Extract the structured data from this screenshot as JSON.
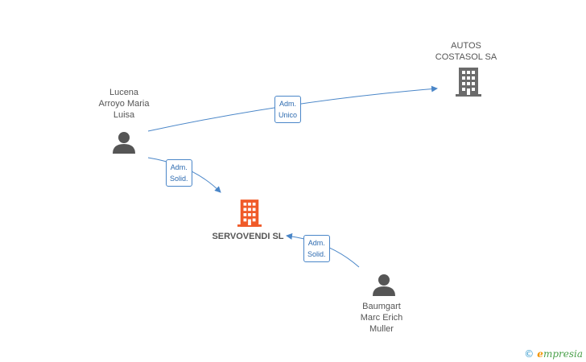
{
  "nodes": {
    "person_lucena": {
      "label_lines": [
        "Lucena",
        "Arroyo Maria",
        "Luisa"
      ],
      "type": "person",
      "color": "#555555"
    },
    "company_autos": {
      "label_lines": [
        "AUTOS",
        "COSTASOL SA"
      ],
      "type": "company",
      "color": "#6b6b6b"
    },
    "company_servovendi": {
      "label": "SERVOVENDI SL",
      "type": "company",
      "color": "#f05a28"
    },
    "person_baumgart": {
      "label_lines": [
        "Baumgart",
        "Marc Erich",
        "Muller"
      ],
      "type": "person",
      "color": "#555555"
    }
  },
  "edges": [
    {
      "from": "person_lucena",
      "to": "company_autos",
      "label_lines": [
        "Adm.",
        "Unico"
      ]
    },
    {
      "from": "person_lucena",
      "to": "company_servovendi",
      "label_lines": [
        "Adm.",
        "Solid."
      ]
    },
    {
      "from": "person_baumgart",
      "to": "company_servovendi",
      "label_lines": [
        "Adm.",
        "Solid."
      ]
    }
  ],
  "colors": {
    "edge": "#4a86c8"
  },
  "watermark": {
    "copyright": "©",
    "brand_first": "e",
    "brand_rest": "mpresia"
  }
}
